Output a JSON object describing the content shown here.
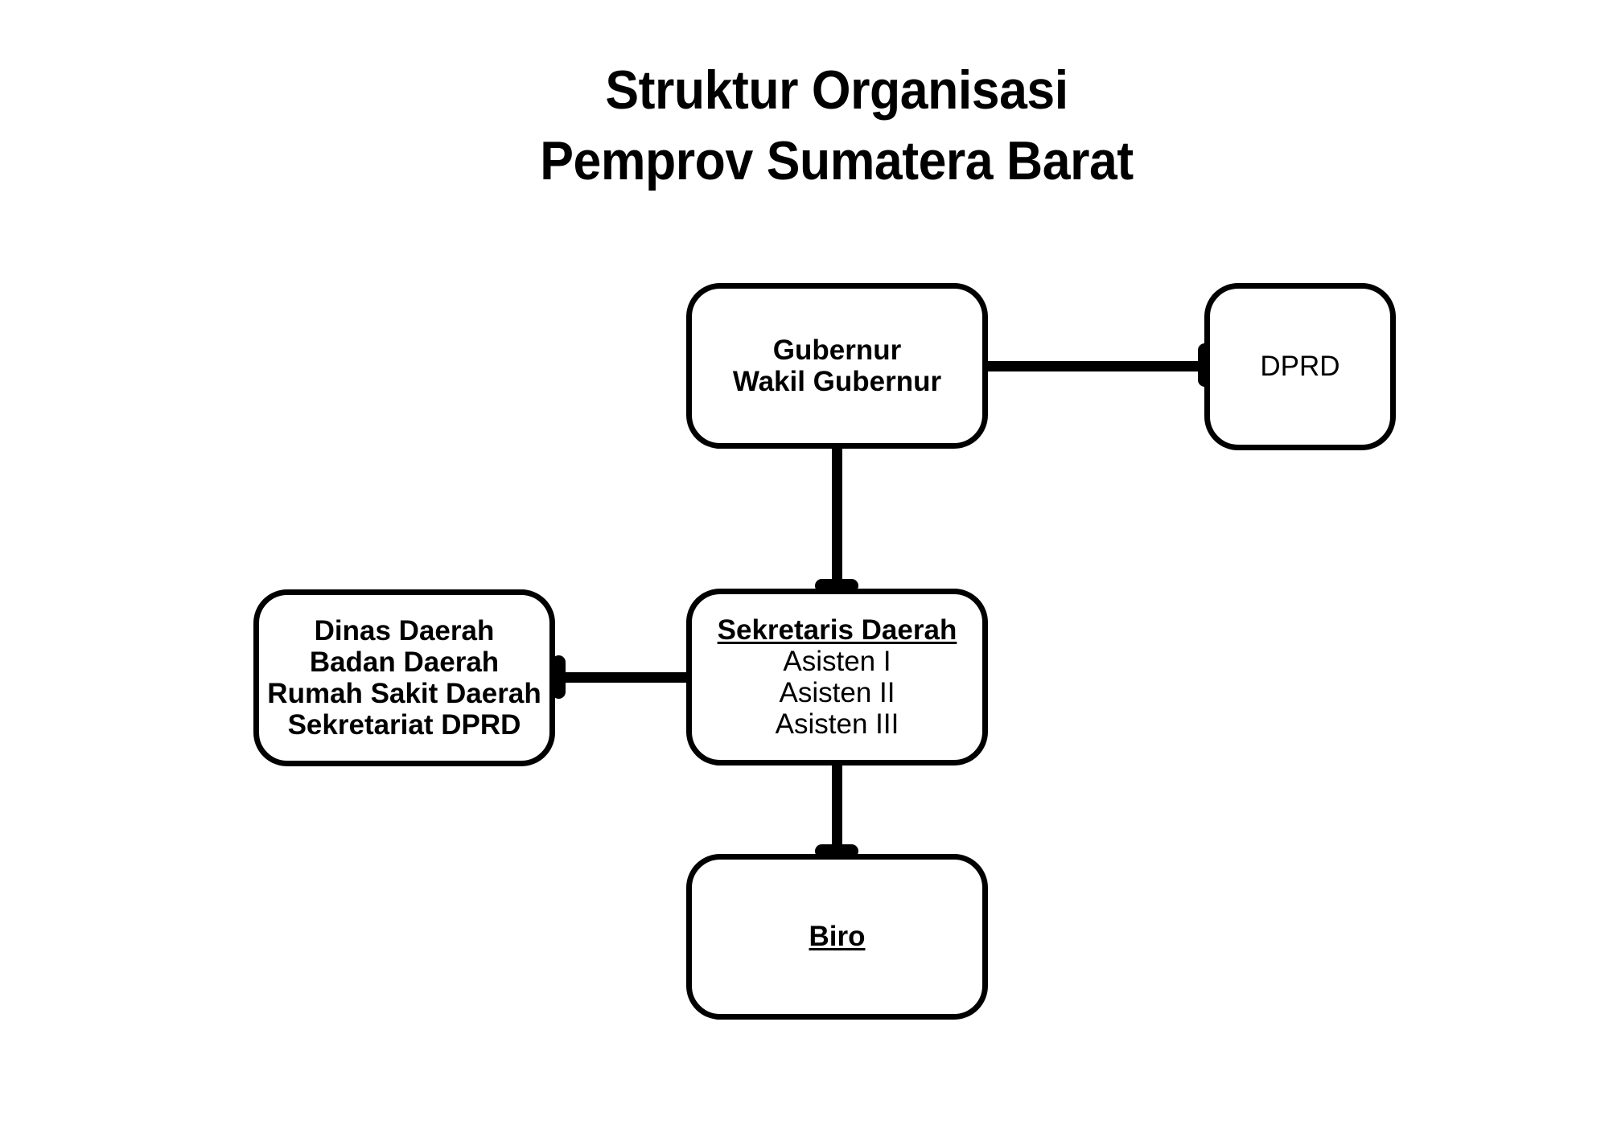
{
  "title": {
    "line1": "Struktur Organisasi",
    "line2": "Pemprov Sumatera Barat"
  },
  "colors": {
    "background": "#ffffff",
    "stroke": "#000000",
    "text": "#000000"
  },
  "nodes": {
    "gubernur": {
      "lines": [
        "Gubernur",
        "Wakil Gubernur"
      ]
    },
    "dprd": {
      "lines": [
        "DPRD"
      ]
    },
    "sekretaris_daerah": {
      "lines": [
        "Sekretaris Daerah",
        "Asisten I",
        "Asisten II",
        "Asisten III"
      ]
    },
    "dinas_daerah": {
      "lines": [
        "Dinas Daerah",
        "Badan Daerah",
        "Rumah Sakit Daerah",
        "Sekretariat DPRD"
      ]
    },
    "biro": {
      "lines": [
        "Biro"
      ]
    }
  },
  "chart_data": {
    "type": "diagram",
    "diagram_kind": "organizational-chart",
    "title": "Struktur Organisasi Pemprov Sumatera Barat",
    "nodes": [
      {
        "id": "gubernur",
        "labels": [
          "Gubernur",
          "Wakil Gubernur"
        ],
        "style": "rounded-rect",
        "bold": true
      },
      {
        "id": "dprd",
        "labels": [
          "DPRD"
        ],
        "style": "rounded-rect",
        "bold": false
      },
      {
        "id": "sekretaris_daerah",
        "labels": [
          "Sekretaris Daerah",
          "Asisten I",
          "Asisten II",
          "Asisten III"
        ],
        "style": "rounded-rect",
        "heading_underlined": true
      },
      {
        "id": "dinas_daerah",
        "labels": [
          "Dinas Daerah",
          "Badan Daerah",
          "Rumah Sakit Daerah",
          "Sekretariat DPRD"
        ],
        "style": "rounded-rect",
        "bold": true
      },
      {
        "id": "biro",
        "labels": [
          "Biro"
        ],
        "style": "rounded-rect",
        "bold": true,
        "heading_underlined": true
      }
    ],
    "edges": [
      {
        "from": "gubernur",
        "to": "dprd",
        "orientation": "horizontal",
        "terminator": "bar"
      },
      {
        "from": "gubernur",
        "to": "sekretaris_daerah",
        "orientation": "vertical",
        "terminator": "bar"
      },
      {
        "from": "sekretaris_daerah",
        "to": "dinas_daerah",
        "orientation": "horizontal",
        "terminator": "bar"
      },
      {
        "from": "sekretaris_daerah",
        "to": "biro",
        "orientation": "vertical",
        "terminator": "bar"
      }
    ]
  }
}
